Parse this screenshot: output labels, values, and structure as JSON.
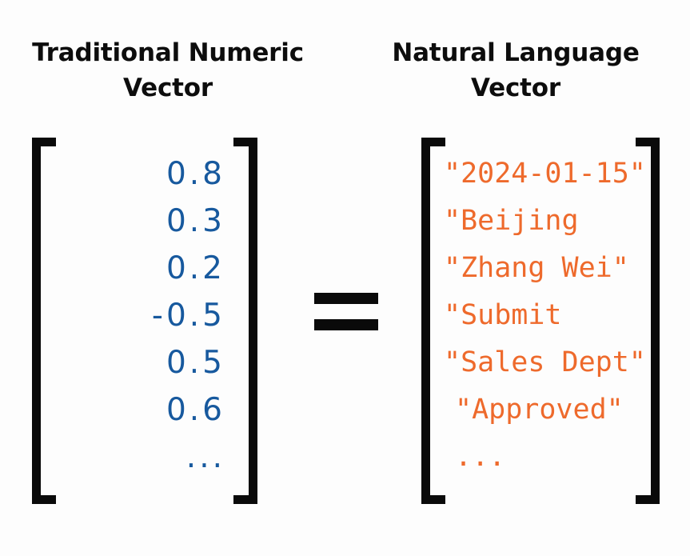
{
  "figure": {
    "background_color": "#fdfdfd",
    "equals_symbol": "="
  },
  "left_panel": {
    "title": "Traditional Numeric Vector",
    "accent_color": "#17599e",
    "bracket_color": "#0a0a0a",
    "values": [
      "0.8",
      "0.3",
      "0.2",
      "-0.5",
      "0.5",
      "0.6",
      "..."
    ]
  },
  "right_panel": {
    "title": "Natural Language Vector",
    "accent_color": "#ee6a2c",
    "bracket_color": "#0a0a0a",
    "values": [
      "\"2024-01-15\"",
      "\"Beijing",
      "\"Zhang Wei\"",
      "\"Submit",
      "\"Sales Dept\"",
      "\"Approved\"",
      "..."
    ]
  },
  "chart_data": {
    "type": "table",
    "title": "Traditional Numeric Vector = Natural Language Vector",
    "columns": [
      "Traditional Numeric Vector",
      "Natural Language Vector"
    ],
    "rows": [
      [
        "0.8",
        "\"2024-01-15\""
      ],
      [
        "0.3",
        "\"Beijing"
      ],
      [
        "0.2",
        "\"Zhang Wei\""
      ],
      [
        "-0.5",
        "\"Submit"
      ],
      [
        "0.5",
        "\"Sales Dept\""
      ],
      [
        "0.6",
        "\"Approved\""
      ],
      [
        "...",
        "..."
      ]
    ]
  }
}
